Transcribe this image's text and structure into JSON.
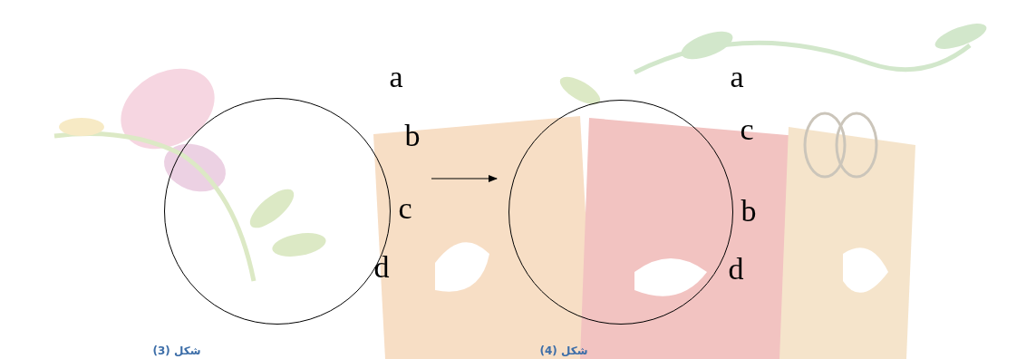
{
  "diagram": {
    "nodes": [
      {
        "text": [
          "a",
          "b",
          "c",
          "d"
        ]
      },
      {
        "text": [
          "a",
          "c",
          "b",
          "d"
        ]
      }
    ],
    "edges": [
      {
        "from": 0,
        "to": 1,
        "arrow": "to"
      }
    ],
    "labels": [
      "شكل (3)",
      "شكل (4)"
    ]
  }
}
